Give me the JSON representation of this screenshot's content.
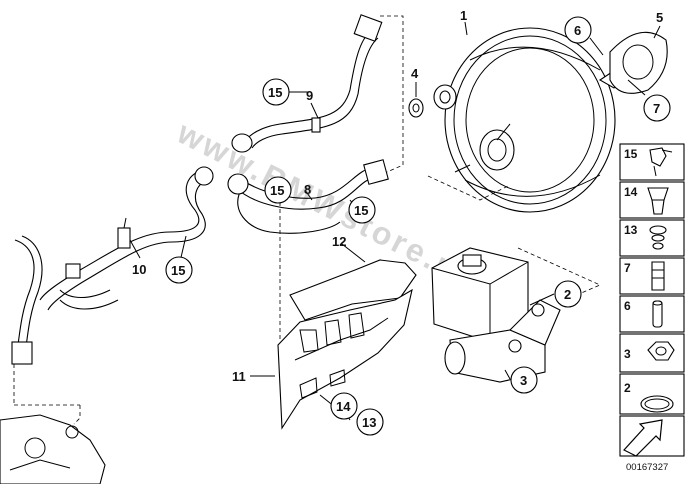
{
  "watermark": "www.BMWstore.ru",
  "catalog_number": "00167327",
  "callouts": {
    "c1": "1",
    "c2": "2",
    "c3": "3",
    "c4": "4",
    "c5": "5",
    "c6": "6",
    "c7": "7",
    "c8": "8",
    "c9": "9",
    "c10": "10",
    "c11": "11",
    "c12": "12",
    "c13": "13",
    "c14": "14",
    "c15a": "15",
    "c15b": "15",
    "c15c": "15",
    "c15d": "15"
  },
  "legend": [
    "15",
    "14",
    "13",
    "7",
    "6",
    "3",
    "2"
  ],
  "icons": {
    "legend_15": "hose-clip-icon",
    "legend_14": "expanding-nut-icon",
    "legend_13": "spring-clip-icon",
    "legend_7": "clamp-icon",
    "legend_6": "pin-icon",
    "legend_3": "hex-nut-icon",
    "legend_2": "o-ring-icon",
    "navigation": "arrow-icon"
  }
}
